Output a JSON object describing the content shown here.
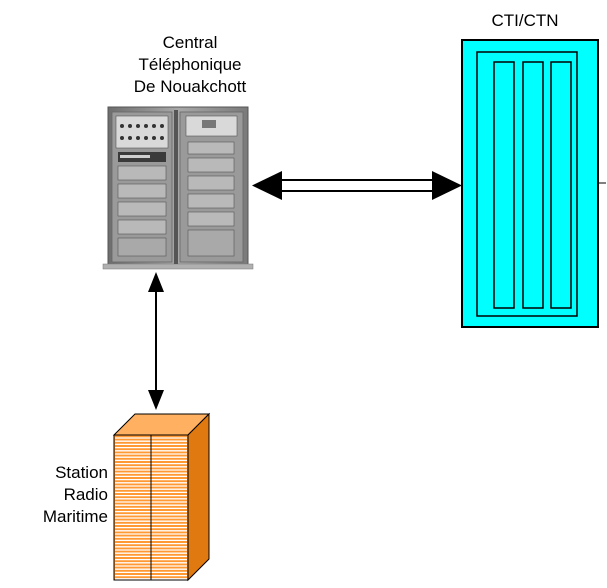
{
  "nodes": {
    "central": {
      "line1": "Central",
      "line2": "Téléphonique",
      "line3": "De Nouakchott"
    },
    "cti": {
      "label": "CTI/CTN"
    },
    "station": {
      "line1": "Station",
      "line2": "Radio",
      "line3": "Maritime"
    }
  },
  "colors": {
    "cti_fill": "#00ffff",
    "station_fill": "#ff9933",
    "station_stripe": "#ffffff",
    "rack_fill": "#8c8c8c"
  },
  "icons": {
    "central": "telephone-exchange-rack-icon",
    "station": "radio-station-building-icon"
  }
}
